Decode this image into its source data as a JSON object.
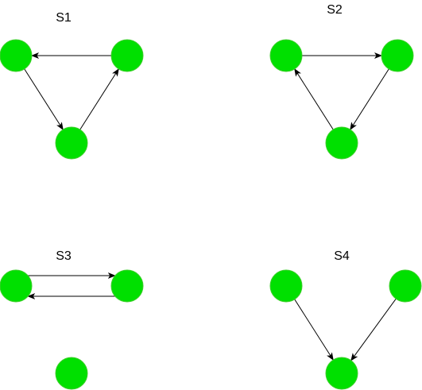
{
  "node_color": "#00e000",
  "node_border_color": "#3ccf2a",
  "edge_color": "#000000",
  "graphs": [
    {
      "label": "S1",
      "nodes": [
        "a",
        "b",
        "c"
      ],
      "edges": [
        {
          "from": "b",
          "to": "a"
        },
        {
          "from": "a",
          "to": "c"
        },
        {
          "from": "c",
          "to": "b"
        }
      ]
    },
    {
      "label": "S2",
      "nodes": [
        "a",
        "b",
        "c"
      ],
      "edges": [
        {
          "from": "a",
          "to": "b"
        },
        {
          "from": "b",
          "to": "c"
        },
        {
          "from": "c",
          "to": "a"
        }
      ]
    },
    {
      "label": "S3",
      "nodes": [
        "a",
        "b",
        "c"
      ],
      "edges": [
        {
          "from": "a",
          "to": "b"
        },
        {
          "from": "b",
          "to": "a"
        }
      ]
    },
    {
      "label": "S4",
      "nodes": [
        "a",
        "b",
        "c"
      ],
      "edges": [
        {
          "from": "a",
          "to": "c"
        },
        {
          "from": "b",
          "to": "c"
        }
      ]
    }
  ]
}
